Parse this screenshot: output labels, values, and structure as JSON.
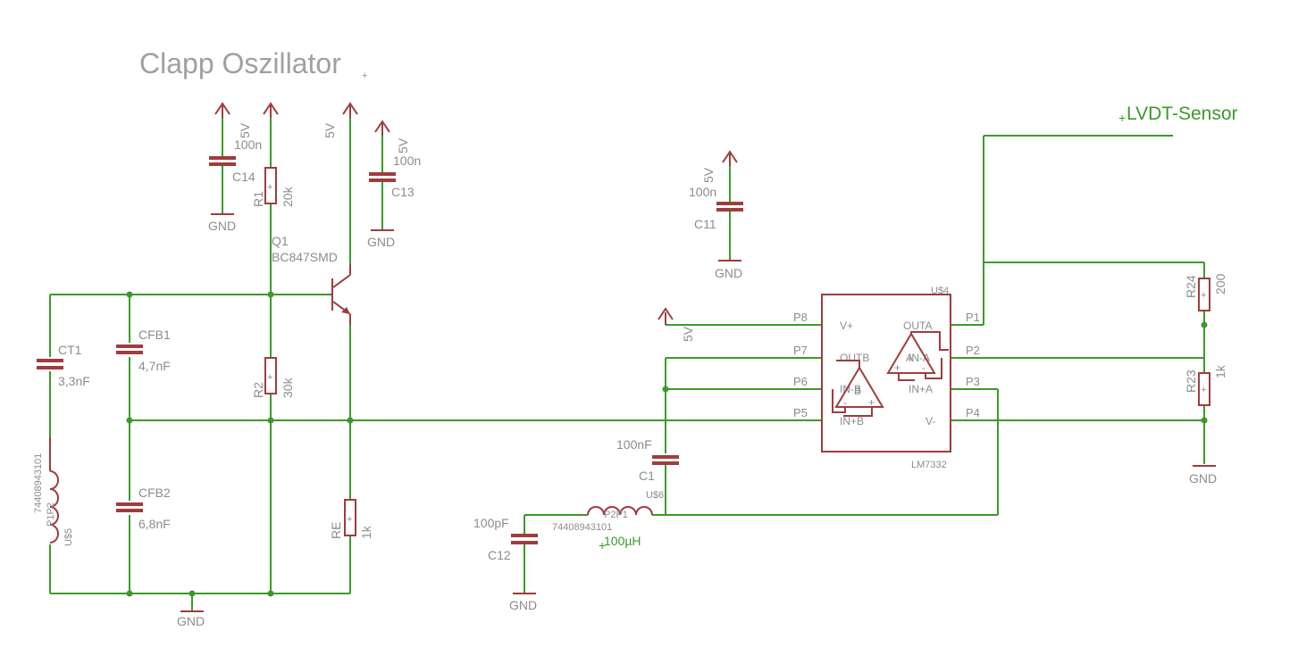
{
  "title": "Clapp Oszillator",
  "sensor_label": "LVDT-Sensor",
  "supply": "5V",
  "ground": "GND",
  "components": {
    "C14": {
      "name": "C14",
      "value": "100n"
    },
    "R1": {
      "name": "R1",
      "value": "20k"
    },
    "C13": {
      "name": "C13",
      "value": "100n"
    },
    "C11": {
      "name": "C11",
      "value": "100n"
    },
    "Q1": {
      "name": "Q1",
      "value": "BC847SMD"
    },
    "CT1": {
      "name": "CT1",
      "value": "3,3nF"
    },
    "CFB1": {
      "name": "CFB1",
      "value": "4,7nF"
    },
    "CFB2": {
      "name": "CFB2",
      "value": "6,8nF"
    },
    "R2": {
      "name": "R2",
      "value": "30k"
    },
    "RE": {
      "name": "RE",
      "value": "1k"
    },
    "L_left": {
      "part": "74408943101",
      "pins": "P1P2",
      "ref": "U$5"
    },
    "C1": {
      "name": "C1",
      "value": "100nF",
      "ref": "U$6"
    },
    "C12": {
      "name": "C12",
      "value": "100pF"
    },
    "L_bottom": {
      "part": "74408943101",
      "pins": "P2P1",
      "value": "100µH"
    },
    "U4": {
      "ref": "U$4",
      "part": "LM7332"
    },
    "R24": {
      "name": "R24",
      "value": "200"
    },
    "R23": {
      "name": "R23",
      "value": "1k"
    }
  },
  "ic_pins": {
    "left": [
      "P8",
      "P7",
      "P6",
      "P5"
    ],
    "right": [
      "P1",
      "P2",
      "P3",
      "P4"
    ],
    "inner_left": [
      "V+",
      "OUTB",
      "IN-B",
      "IN+B"
    ],
    "inner_right": [
      "OUTA",
      "IN-A",
      "IN+A",
      "V-"
    ],
    "amp_a": "A",
    "amp_b": "B",
    "plus": "+",
    "minus": "-"
  }
}
